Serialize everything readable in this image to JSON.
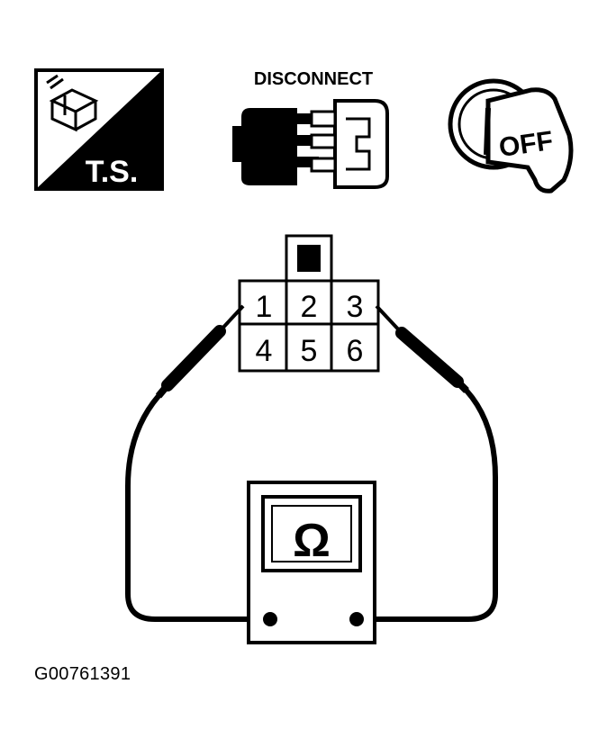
{
  "icons": {
    "troubleshoot_label": "T.S.",
    "disconnect_label": "DISCONNECT",
    "ignition_label": "OFF"
  },
  "connector": {
    "pins": [
      "1",
      "2",
      "3",
      "4",
      "5",
      "6"
    ]
  },
  "meter": {
    "symbol": "Ω"
  },
  "figure_ref": "G00761391"
}
